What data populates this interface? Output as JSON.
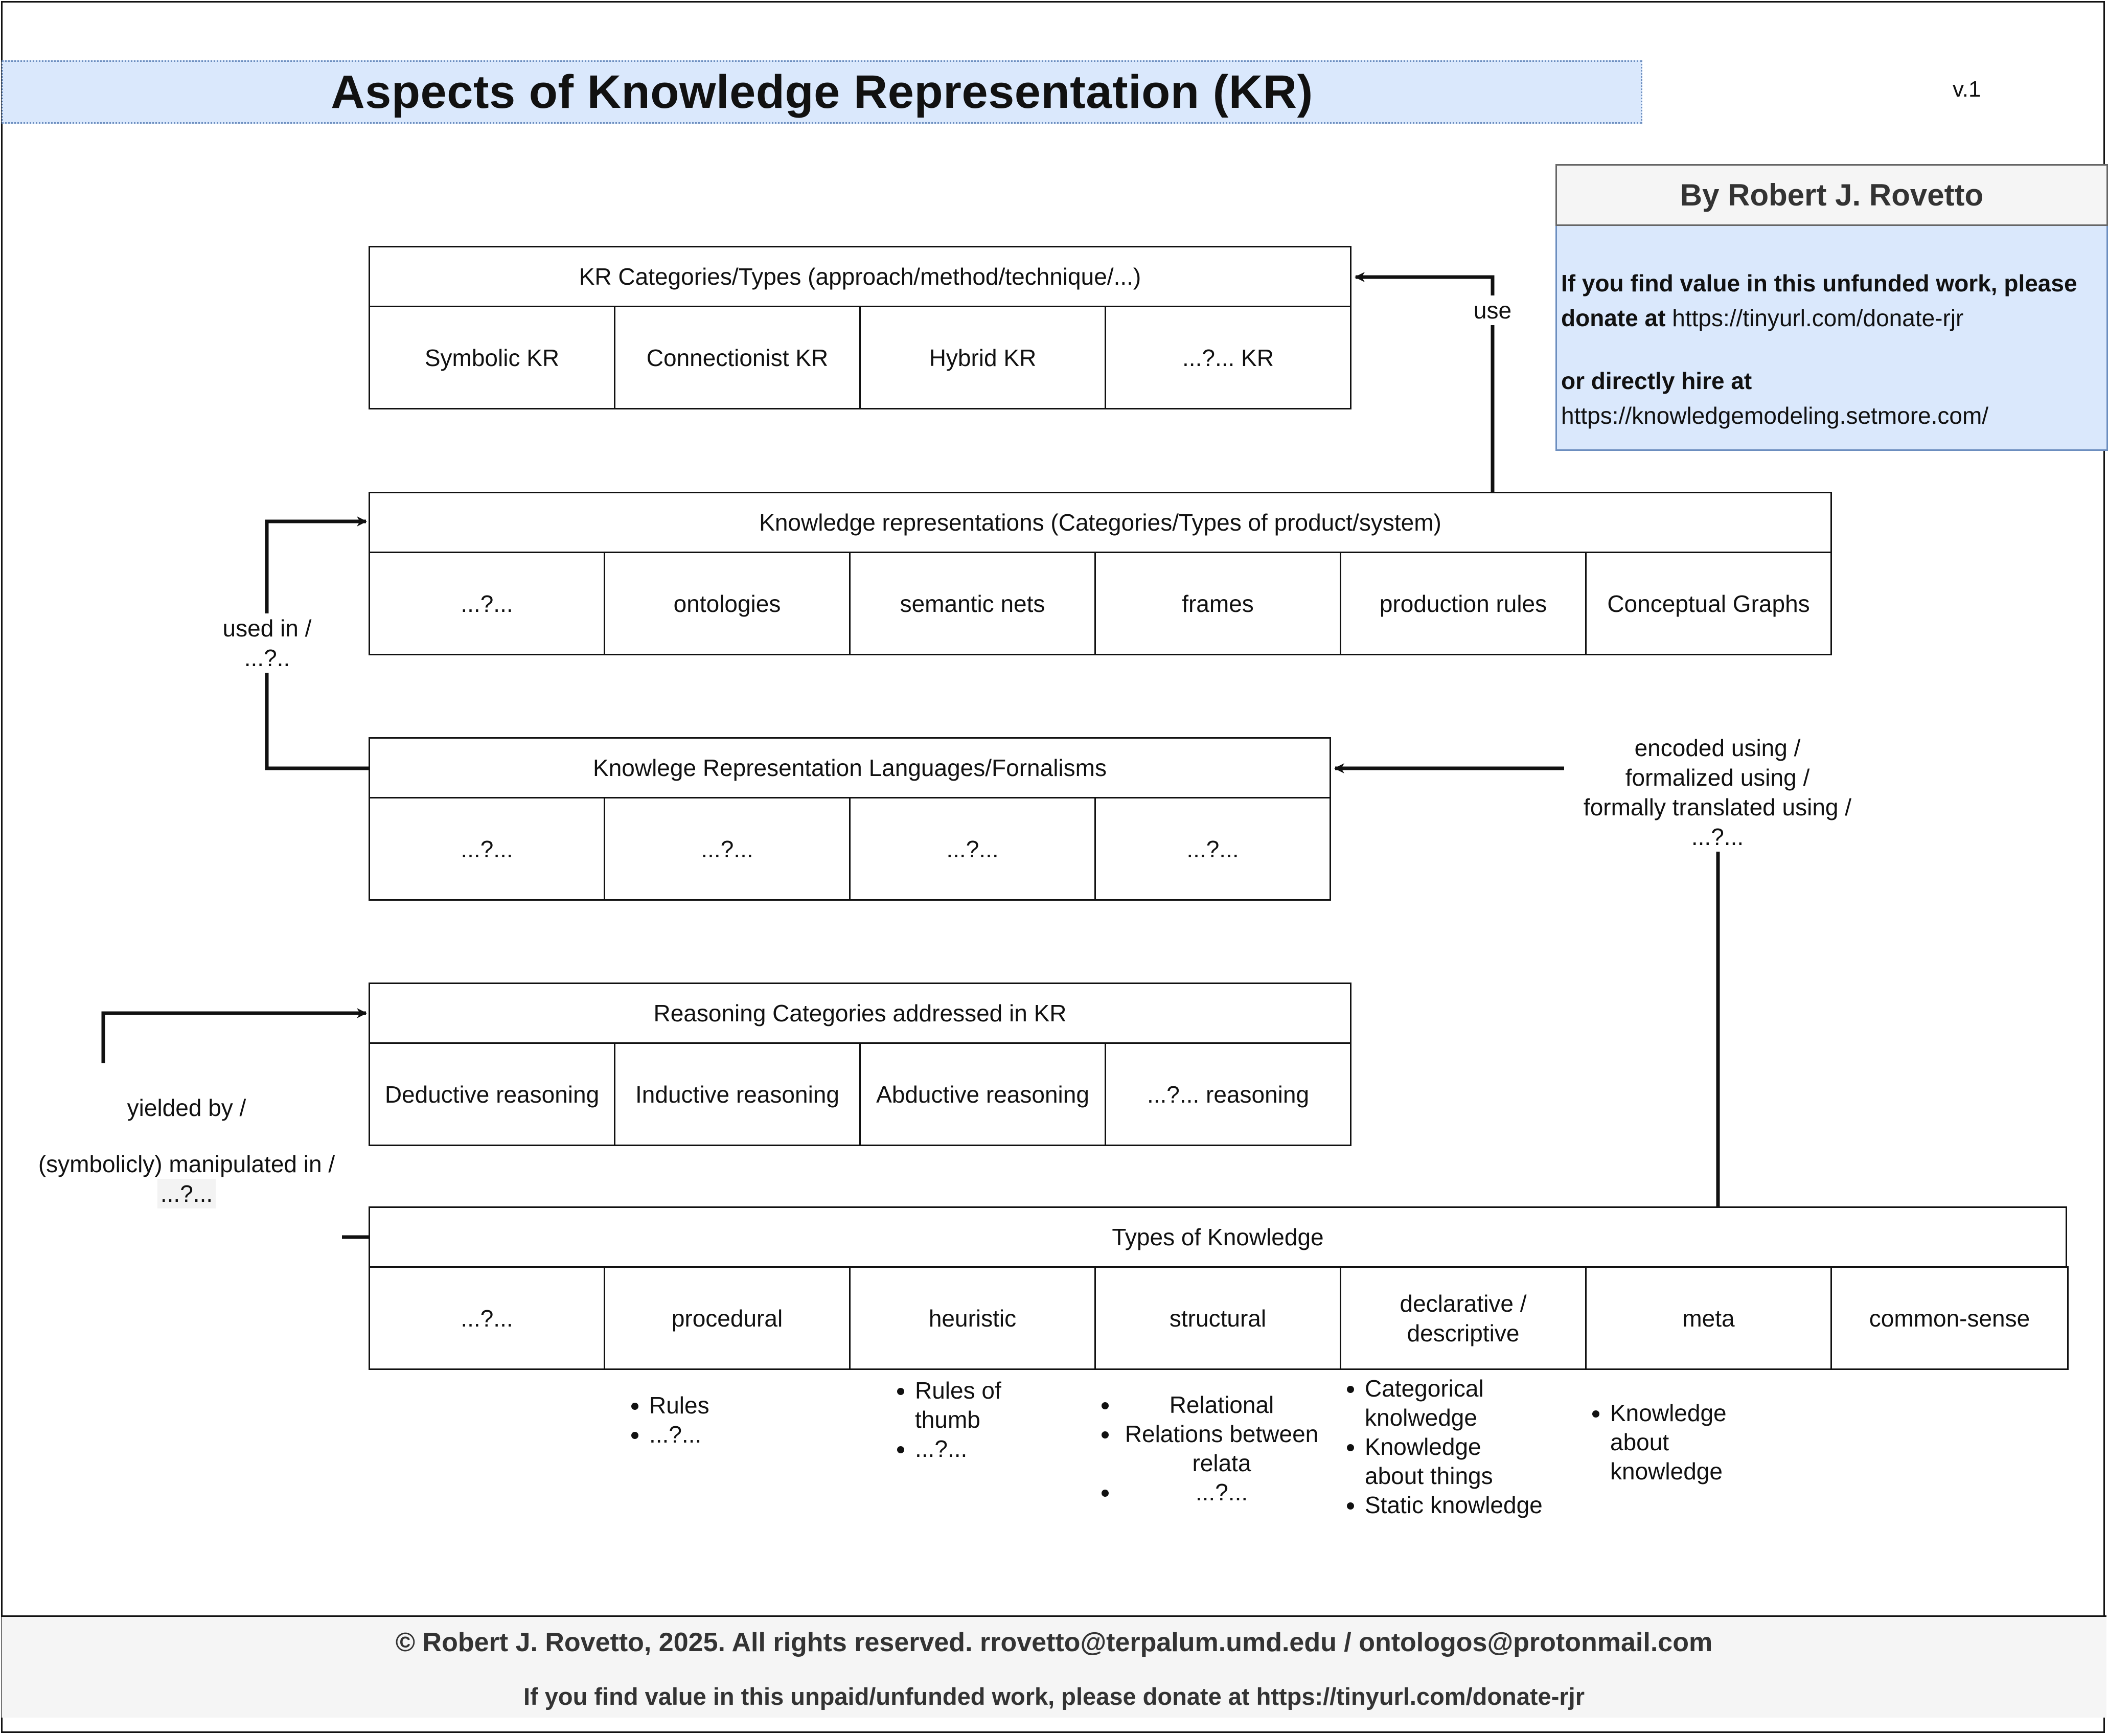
{
  "title": "Aspects of Knowledge Representation (KR)",
  "version": "v.1",
  "author_box": {
    "heading": "By Robert J. Rovetto",
    "donate_bold": "If you find value in this unfunded work, please donate at",
    "donate_link": "https://tinyurl.com/donate-rjr",
    "hire_bold": "or directly hire at",
    "hire_link": "https://knowledgemodeling.setmore.com/"
  },
  "kr_categories": {
    "header": "KR Categories/Types (approach/method/technique/...)",
    "cells": [
      "Symbolic KR",
      "Connectionist KR",
      "Hybrid KR",
      "...?... KR"
    ]
  },
  "knowledge_representations": {
    "header": "Knowledge representations (Categories/Types of product/system)",
    "cells": [
      "...?...",
      "ontologies",
      "semantic nets",
      "frames",
      "production rules",
      "Conceptual Graphs"
    ]
  },
  "kr_languages": {
    "header": "Knowlege Representation Languages/Fornalisms",
    "cells": [
      "...?...",
      "...?...",
      "...?...",
      "...?..."
    ]
  },
  "reasoning_categories": {
    "header": "Reasoning Categories addressed in KR",
    "cells": [
      "Deductive reasoning",
      "Inductive reasoning",
      "Abductive reasoning",
      "...?... reasoning"
    ]
  },
  "types_of_knowledge": {
    "header": "Types of Knowledge",
    "cells": [
      "...?...",
      "procedural",
      "heuristic",
      "structural",
      "declarative / descriptive",
      "meta",
      "common-sense"
    ]
  },
  "edge_labels": {
    "use": "use",
    "used_in_1": "used in /",
    "used_in_2": "...?..",
    "encoded_1": "encoded using /",
    "encoded_2": "formalized using /",
    "encoded_3": "formally translated using /",
    "encoded_4": "...?...",
    "yielded_1": "yielded by /",
    "yielded_2": "(symbolicly) manipulated in /",
    "yielded_3": "...?..."
  },
  "knowledge_examples": {
    "procedural": [
      "Rules",
      "...?..."
    ],
    "heuristic": [
      "Rules of thumb",
      "...?..."
    ],
    "structural": [
      "Relational",
      "Relations between relata",
      "...?..."
    ],
    "declarative": [
      "Categorical knolwedge",
      "Knowledge about things",
      "Static knowledge"
    ],
    "meta": [
      "Knowledge about knowledge"
    ]
  },
  "footer": {
    "line1": "© Robert J. Rovetto, 2025. All rights reserved.  rrovetto@terpalum.umd.edu / ontologos@protonmail.com",
    "line2": "If you find value in this unpaid/unfunded work, please donate at https://tinyurl.com/donate-rjr"
  }
}
